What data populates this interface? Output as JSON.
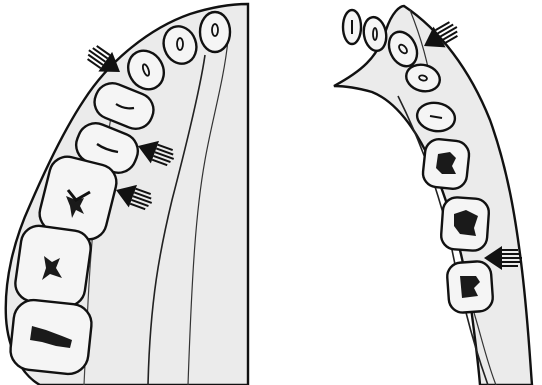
{
  "figure": {
    "panels": [
      {
        "id": "left-arch",
        "teeth_count": 8,
        "arrows_count": 3
      },
      {
        "id": "right-arch",
        "teeth_count": 8,
        "arrows_count": 2
      }
    ],
    "colors": {
      "ink": "#111111",
      "fill": "#e9e9e9",
      "tooth": "#f4f4f4",
      "canal": "#1a1a1a",
      "background": "#ffffff"
    },
    "icons": {
      "arrow": "hatched-arrow-icon",
      "tooth": "tooth-cross-section-icon"
    }
  }
}
